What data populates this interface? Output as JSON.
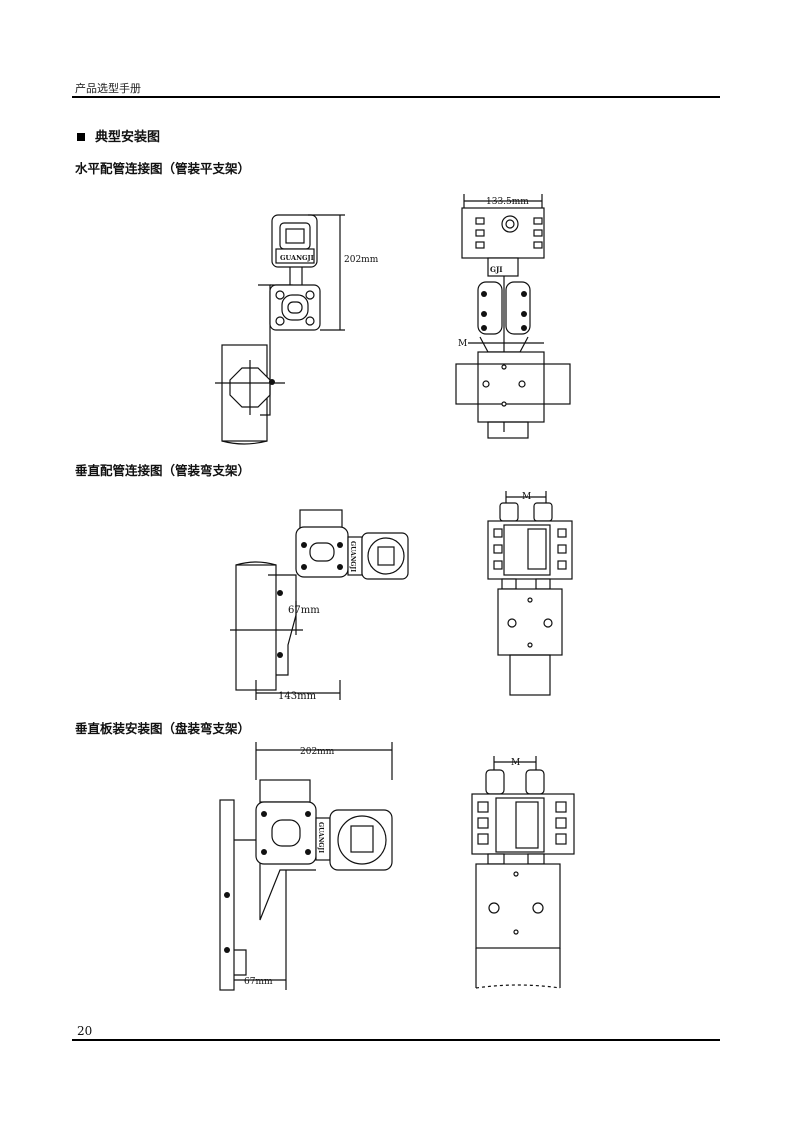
{
  "header": {
    "title": "产品选型手册"
  },
  "section": {
    "title": "典型安装图"
  },
  "subsections": [
    {
      "title": "水平配管连接图（管装平支架）"
    },
    {
      "title": "垂直配管连接图（管装弯支架）"
    },
    {
      "title": "垂直板装安装图（盘装弯支架）"
    }
  ],
  "figures": {
    "f1a": {
      "dim": "202mm",
      "brand": "GUANGJI"
    },
    "f1b": {
      "dim": "133.5mm",
      "brand": "GJI",
      "mark": "M"
    },
    "f2a": {
      "dim_a": "67mm",
      "dim_b": "143mm",
      "brand": "GUANGJI"
    },
    "f2b": {
      "mark": "M"
    },
    "f3a": {
      "dim_a": "202mm",
      "dim_b": "67mm",
      "brand": "GUANGJI"
    },
    "f3b": {
      "mark": "M"
    }
  },
  "footer": {
    "page_number": "20"
  }
}
